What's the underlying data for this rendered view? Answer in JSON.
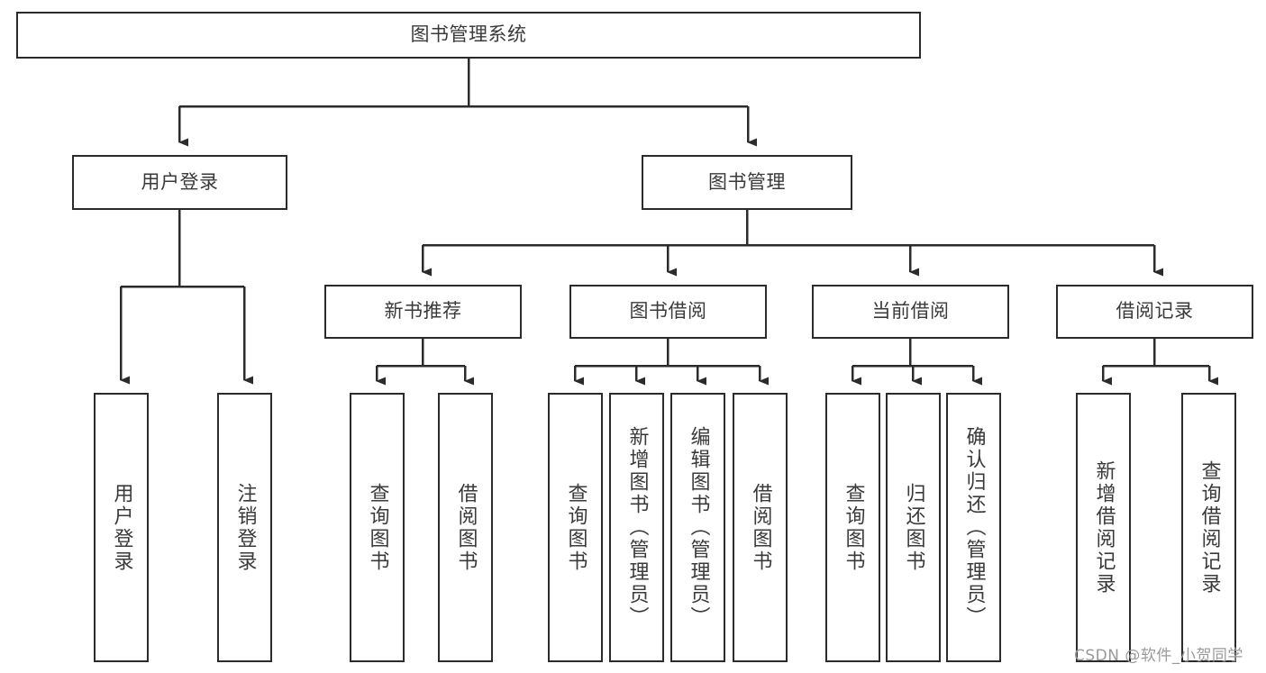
{
  "diagram": {
    "title": "图书管理系统",
    "type": "tree-hierarchy",
    "stroke_color": "#2b2b2b",
    "text_color": "#3a3a3a",
    "background_color": "#ffffff"
  },
  "nodes": {
    "root": {
      "label": "图书管理系统"
    },
    "level2": [
      {
        "id": "user-login",
        "label": "用户登录"
      },
      {
        "id": "book-manage",
        "label": "图书管理"
      }
    ],
    "level3": [
      {
        "id": "new-book-rec",
        "label": "新书推荐"
      },
      {
        "id": "book-borrow",
        "label": "图书借阅"
      },
      {
        "id": "current-borrow",
        "label": "当前借阅"
      },
      {
        "id": "borrow-record",
        "label": "借阅记录"
      }
    ],
    "leaves": {
      "user_login": [
        {
          "id": "leaf-user-login",
          "label": "用户登录"
        },
        {
          "id": "leaf-logout-login",
          "label": "注销登录"
        }
      ],
      "new_book_rec": [
        {
          "id": "leaf-query-book-1",
          "label": "查询图书"
        },
        {
          "id": "leaf-borrow-book-1",
          "label": "借阅图书"
        }
      ],
      "book_borrow": [
        {
          "id": "leaf-query-book-2",
          "label": "查询图书"
        },
        {
          "id": "leaf-add-book",
          "label": "新增图书（管理员）"
        },
        {
          "id": "leaf-edit-book",
          "label": "编辑图书（管理员）"
        },
        {
          "id": "leaf-borrow-book-2",
          "label": "借阅图书"
        }
      ],
      "current_borrow": [
        {
          "id": "leaf-query-book-3",
          "label": "查询图书"
        },
        {
          "id": "leaf-return-book",
          "label": "归还图书"
        },
        {
          "id": "leaf-confirm-return",
          "label": "确认归还（管理员）"
        }
      ],
      "borrow_record": [
        {
          "id": "leaf-add-record",
          "label": "新增借阅记录"
        },
        {
          "id": "leaf-query-record",
          "label": "查询借阅记录"
        }
      ]
    }
  },
  "watermark": {
    "text": "CSDN @软件_小贺同学"
  }
}
